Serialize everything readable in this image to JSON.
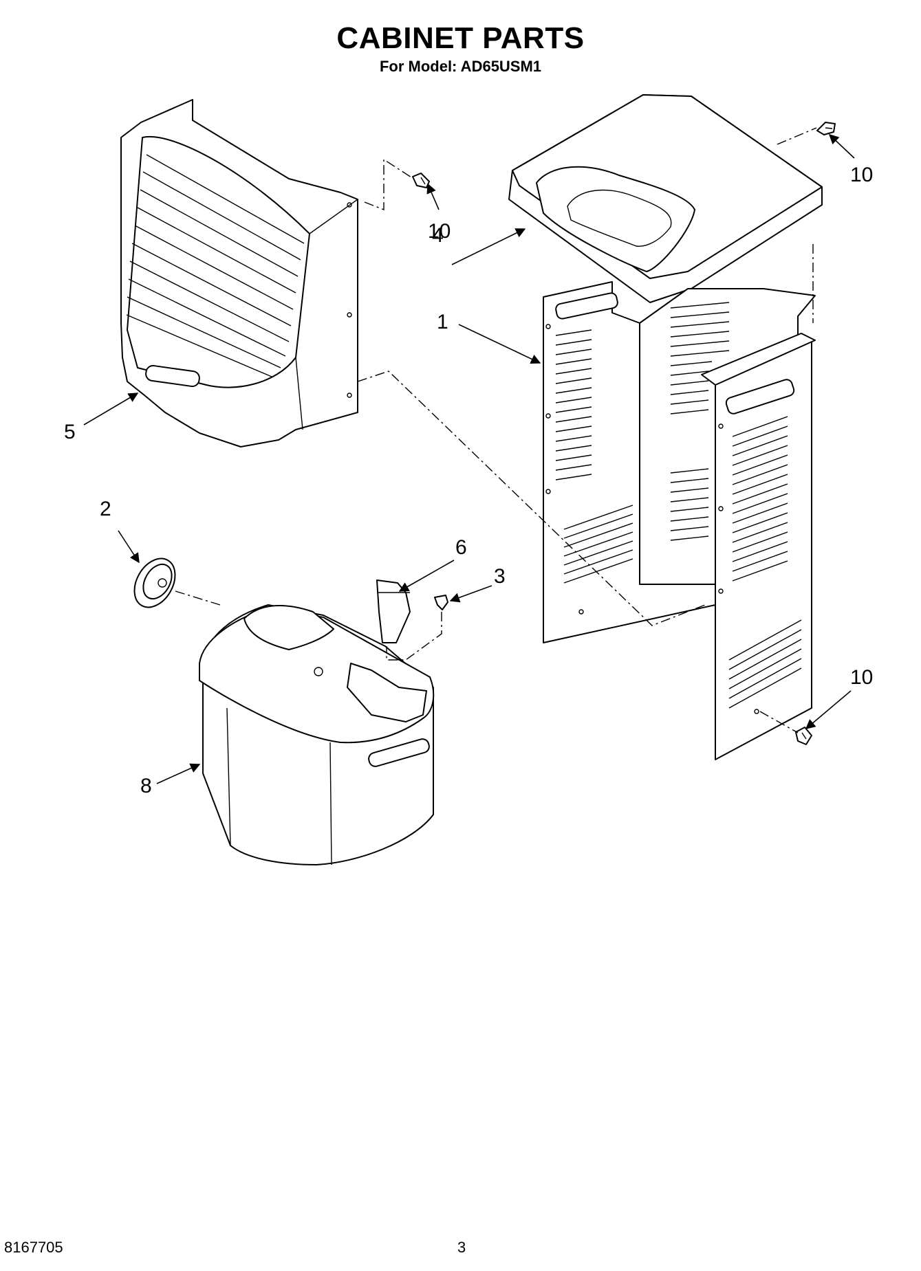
{
  "header": {
    "title": "CABINET PARTS",
    "subtitle": "For Model: AD65USM1"
  },
  "callouts": {
    "part_1": "1",
    "part_2": "2",
    "part_3": "3",
    "part_4": "4",
    "part_5": "5",
    "part_6": "6",
    "part_8": "8",
    "part_10_top_left": "10",
    "part_10_top_right": "10",
    "part_10_bottom_right": "10"
  },
  "footer": {
    "document_number": "8167705",
    "page_number": "3"
  }
}
